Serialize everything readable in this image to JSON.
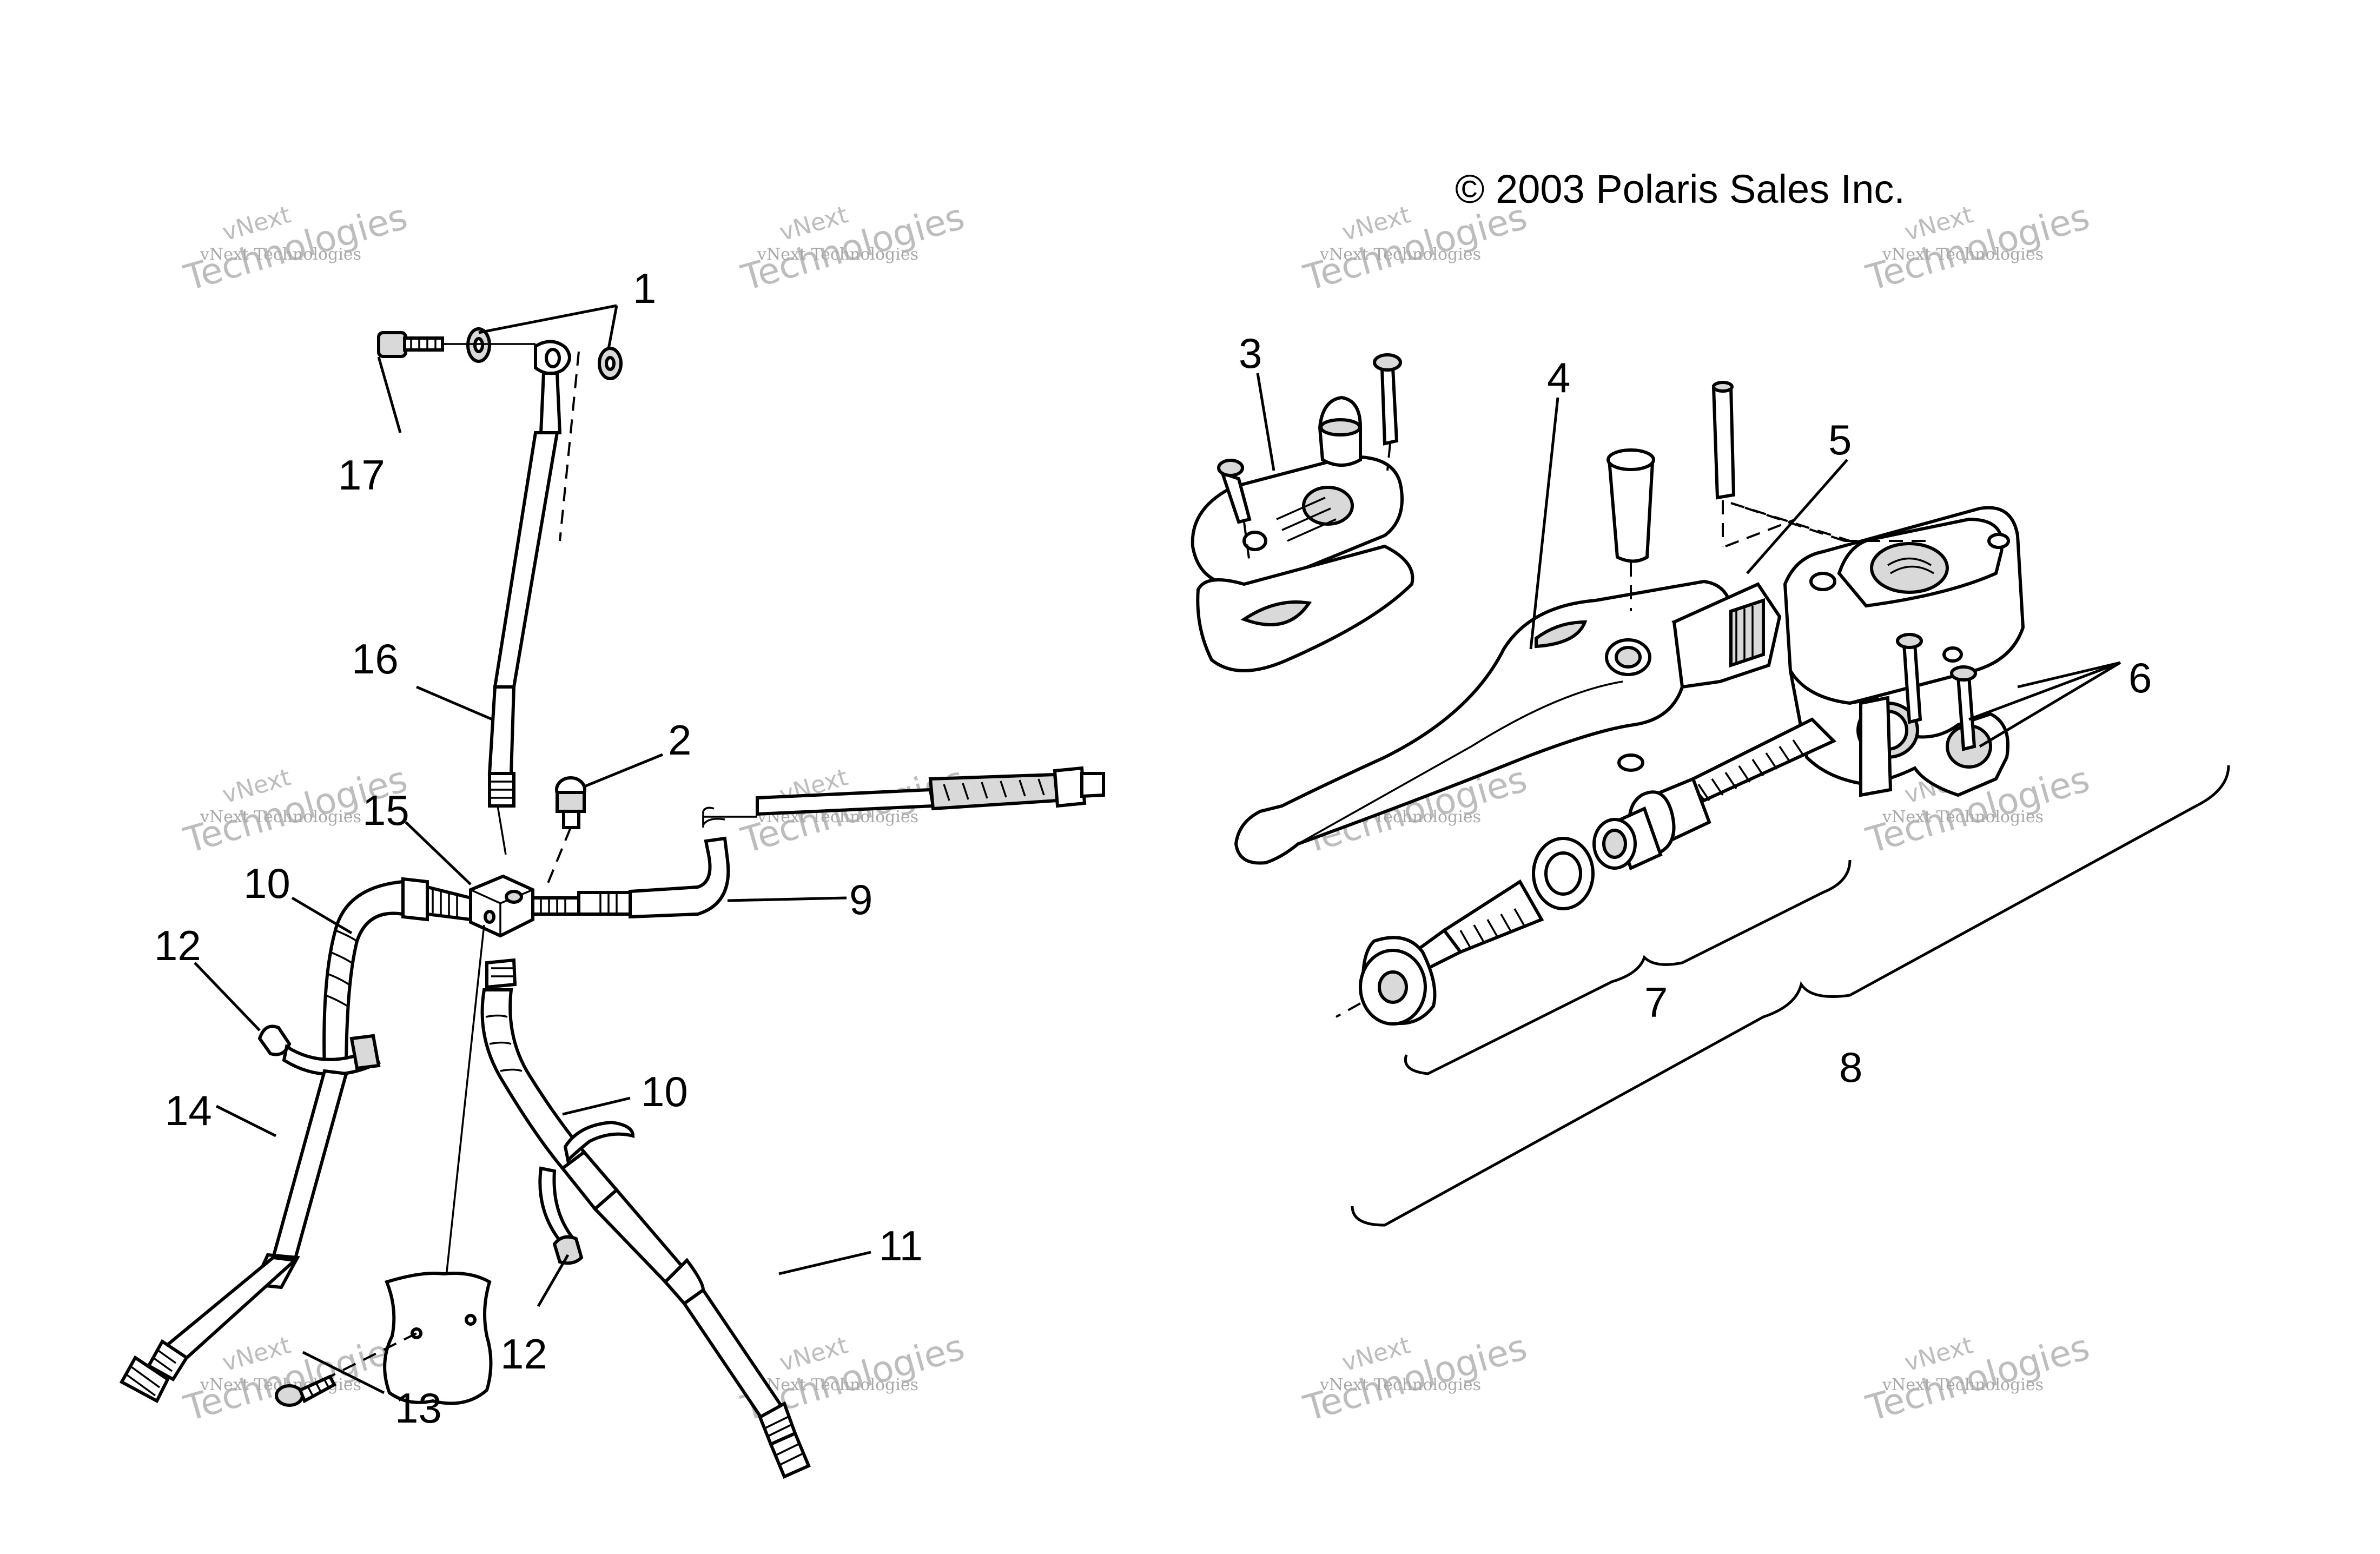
{
  "copyright": "© 2003 Polaris Sales Inc.",
  "watermark": {
    "line_small": "vNext Technologies",
    "line_top": "vNext",
    "line_big": "Technologies"
  },
  "callouts": [
    "1",
    "2",
    "3",
    "4",
    "5",
    "6",
    "7",
    "8",
    "9",
    "10",
    "10",
    "11",
    "12",
    "12",
    "13",
    "14",
    "15",
    "16",
    "17"
  ],
  "colors": {
    "ink": "#000000",
    "watermark": "#bdbdbd",
    "background": "#ffffff"
  }
}
